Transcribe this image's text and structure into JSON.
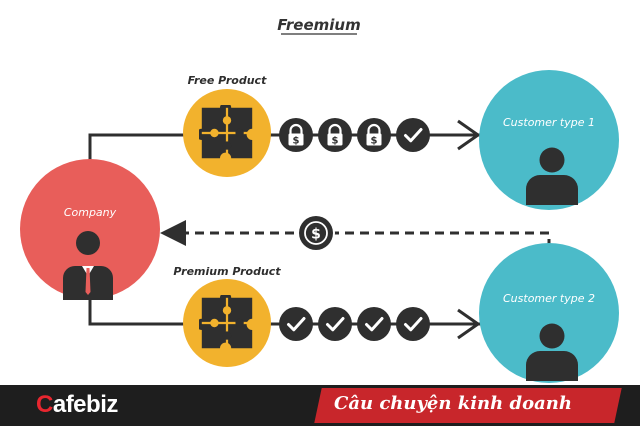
{
  "title": "Freemium",
  "labels": {
    "free_product": "Free Product",
    "premium_product": "Premium Product",
    "company": "Company",
    "customer_type_1": "Customer type 1",
    "customer_type_2": "Customer type 2"
  },
  "banner": {
    "brand_first": "C",
    "brand_rest": "afebiz",
    "tagline": "Câu chuyện kinh doanh"
  },
  "colors": {
    "company": "#e85e5a",
    "customer": "#4bbbc9",
    "product": "#f2b22d",
    "dark": "#2f2f2f",
    "banner_red": "#c8262b"
  },
  "icons": {
    "free_path": [
      "lock-dollar-icon",
      "lock-dollar-icon",
      "lock-dollar-icon",
      "check-icon"
    ],
    "premium_path": [
      "check-icon",
      "check-icon",
      "check-icon",
      "check-icon"
    ],
    "return_path": "dollar-coin-icon"
  }
}
